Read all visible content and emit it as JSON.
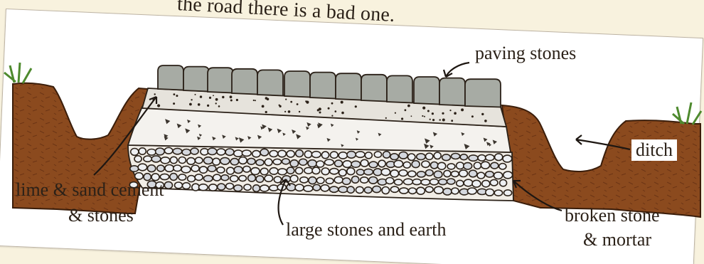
{
  "caption_fragment": "the road there is a bad one.",
  "labels": {
    "paving": "paving stones",
    "ditch": "ditch",
    "lime_line1": "lime & sand cement",
    "lime_line2": "& stones",
    "large": "large stones and earth",
    "broken_line1": "broken stone",
    "broken_line2": "& mortar"
  },
  "colors": {
    "earth": "#8b4a1e",
    "earth_dark": "#5e2f10",
    "cement": "#e6e3dc",
    "paving": "#a7aba4",
    "grass": "#4e8a2e"
  }
}
